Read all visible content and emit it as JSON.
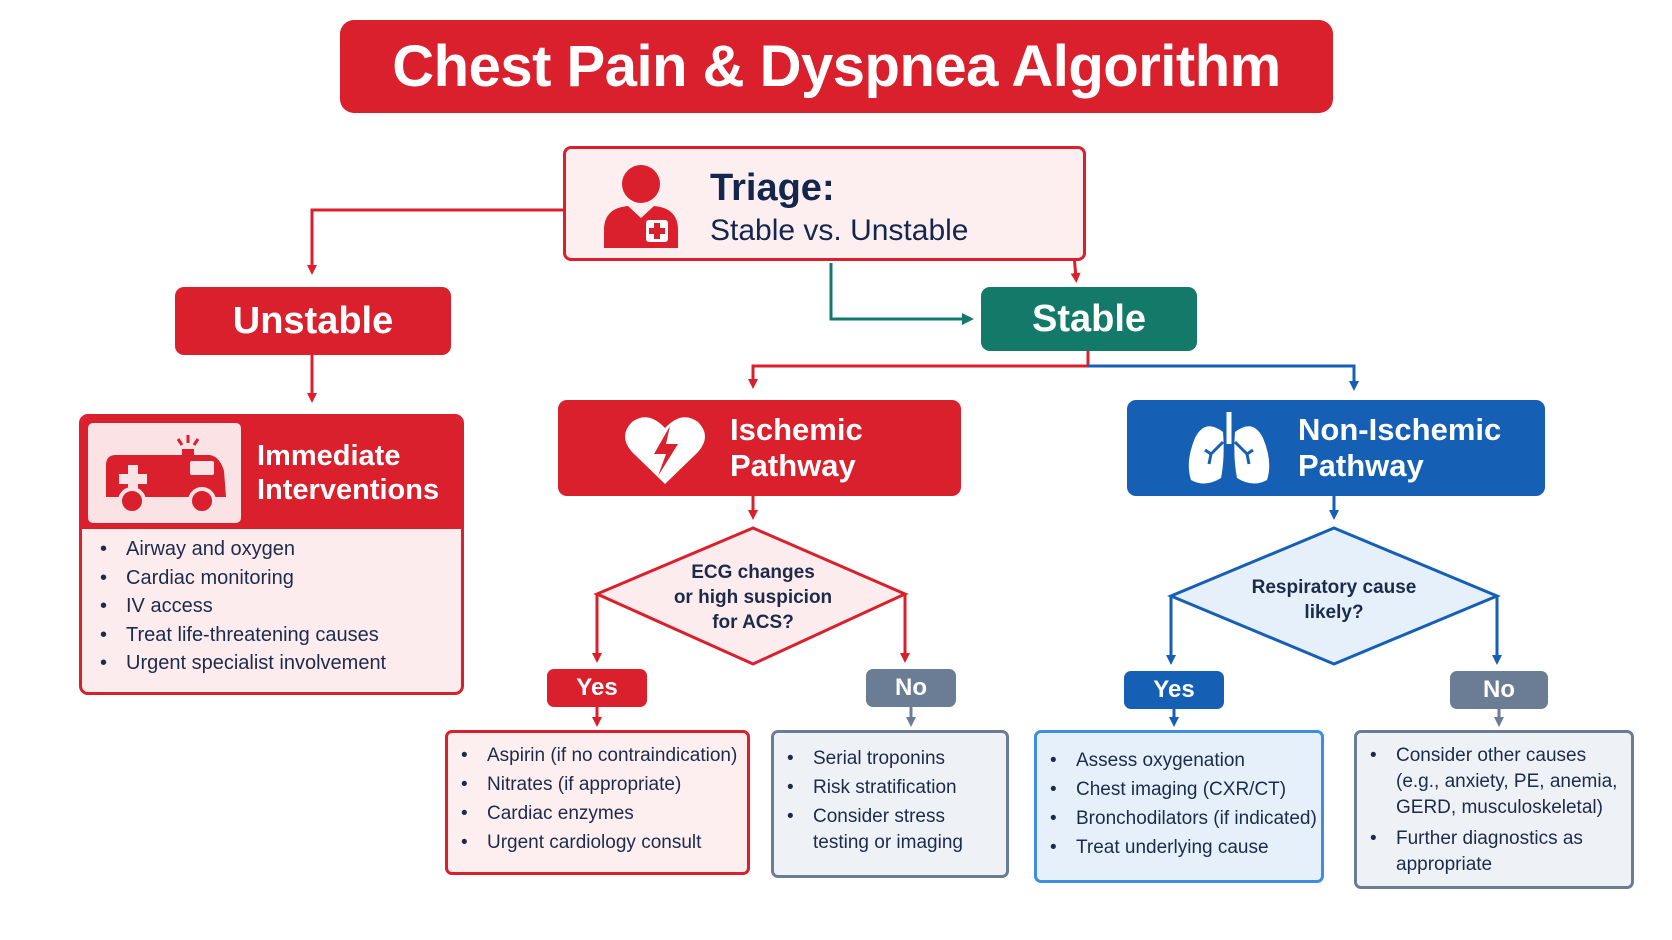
{
  "title": "Chest Pain & Dyspnea Algorithm",
  "colors": {
    "red": "#d9202c",
    "green": "#137a6a",
    "blue": "#155fb5",
    "grey": "#6b7d94",
    "dark_text": "#1d2b4a"
  },
  "triage": {
    "title": "Triage:",
    "subtitle": "Stable vs. Unstable",
    "icon": "medical-person-icon"
  },
  "unstable": {
    "label": "Unstable"
  },
  "stable": {
    "label": "Stable"
  },
  "immediate": {
    "title_line1": "Immediate",
    "title_line2": "Interventions",
    "icon": "ambulance-icon",
    "items": [
      "Airway and oxygen",
      "Cardiac monitoring",
      "IV access",
      "Treat life-threatening causes",
      "Urgent specialist involvement"
    ]
  },
  "ischemic": {
    "line1": "Ischemic",
    "line2": "Pathway",
    "icon": "heart-lightning-icon",
    "question_line1": "ECG changes",
    "question_line2": "or high suspicion",
    "question_line3": "for ACS?",
    "yes_label": "Yes",
    "no_label": "No",
    "yes_items": [
      "Aspirin (if no contraindication)",
      "Nitrates (if appropriate)",
      "Cardiac enzymes",
      "Urgent cardiology consult"
    ],
    "no_items": [
      "Serial troponins",
      "Risk stratification",
      "Consider stress testing or imaging"
    ]
  },
  "non_ischemic": {
    "line1": "Non-Ischemic",
    "line2": "Pathway",
    "icon": "lungs-icon",
    "question_line1": "Respiratory cause",
    "question_line2": "likely?",
    "yes_label": "Yes",
    "no_label": "No",
    "yes_items": [
      "Assess oxygenation",
      "Chest imaging (CXR/CT)",
      "Bronchodilators (if indicated)",
      "Treat underlying cause"
    ],
    "no_items": [
      "Consider other causes (e.g., anxiety, PE, anemia, GERD, musculoskeletal)",
      "Further diagnostics as appropriate"
    ]
  }
}
